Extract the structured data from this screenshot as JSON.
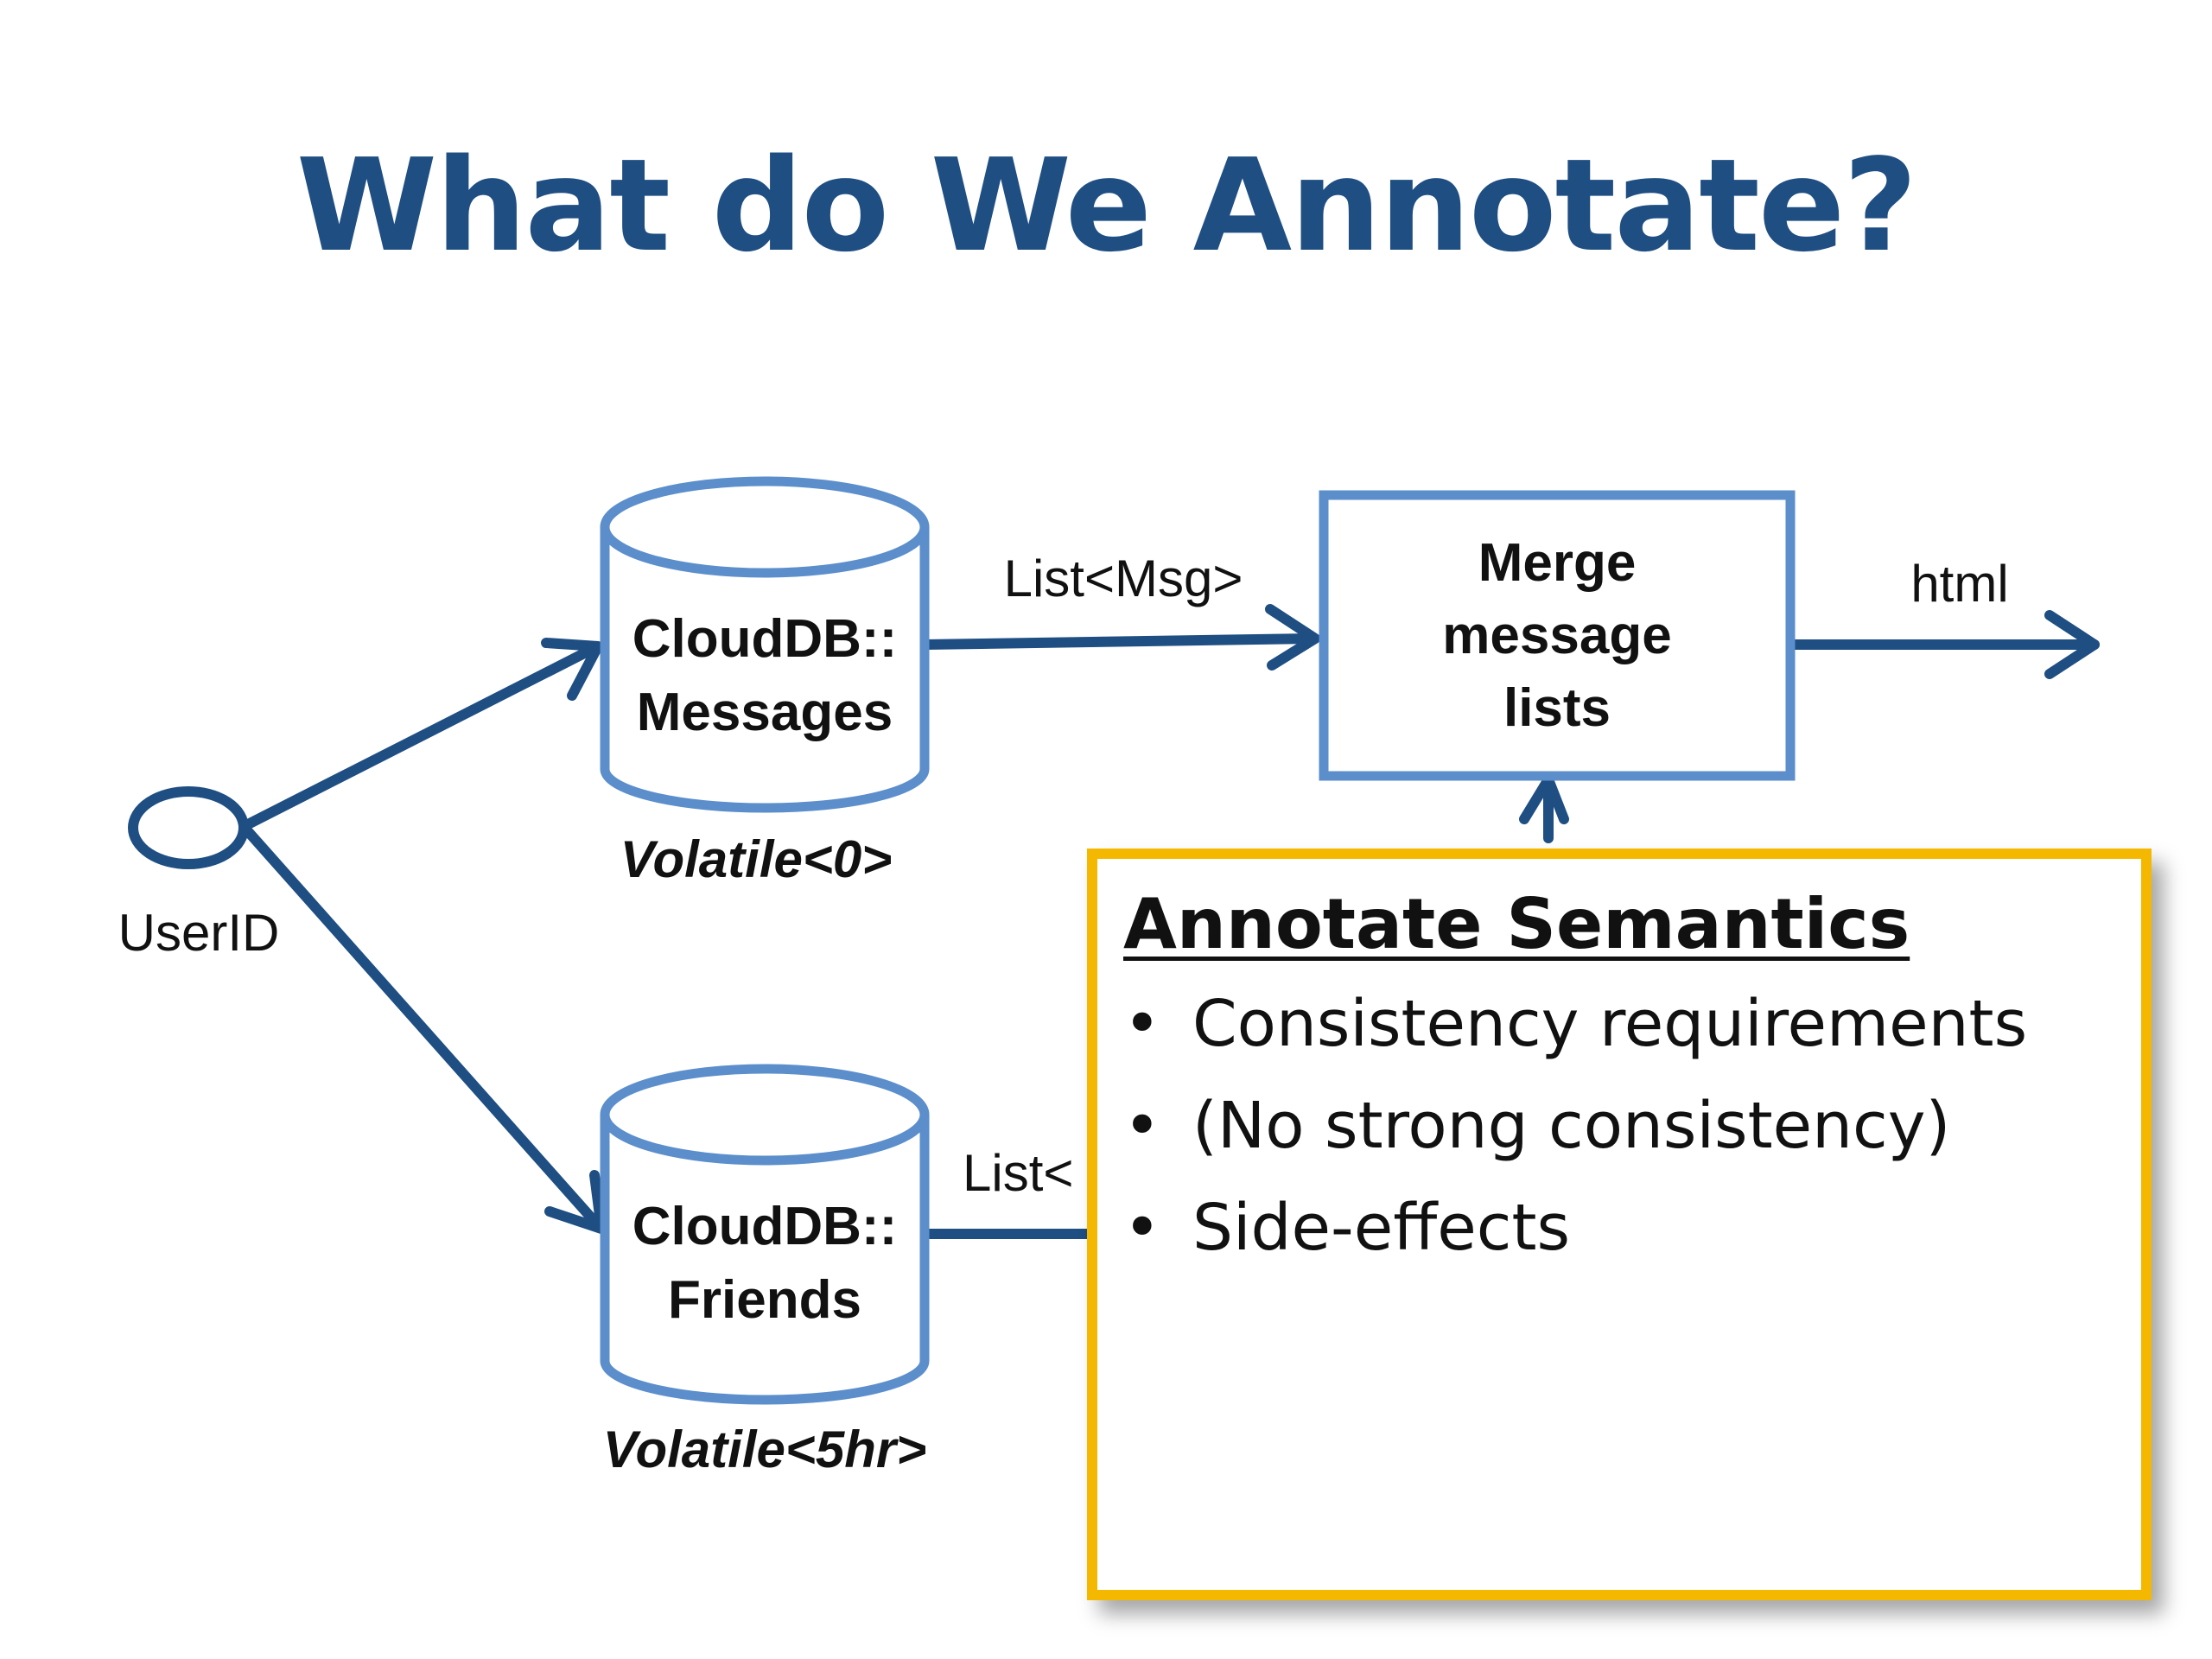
{
  "slide": {
    "title": "What do We Annotate?"
  },
  "diagram": {
    "colors": {
      "node_stroke": "#5b8ecb",
      "edge": "#1f4e83",
      "title": "#1f4e83",
      "callout_border": "#f5b800"
    },
    "source": {
      "label": "UserID"
    },
    "nodes": {
      "messages_db": {
        "line1": "CloudDB::",
        "line2": "Messages",
        "annotation": "Volatile<0>"
      },
      "friends_db": {
        "line1": "CloudDB::",
        "line2": "Friends",
        "annotation": "Volatile<5hr>"
      },
      "merge": {
        "line1": "Merge",
        "line2": "message",
        "line3": "lists"
      }
    },
    "edges": {
      "messages_to_merge": "List<Msg>",
      "friends_to_merge": "List<",
      "output": "html"
    }
  },
  "callout": {
    "heading": "Annotate Semantics",
    "bullet_glyph": "•",
    "items": [
      "Consistency requirements",
      "(No strong consistency)",
      "Side-effects"
    ]
  }
}
